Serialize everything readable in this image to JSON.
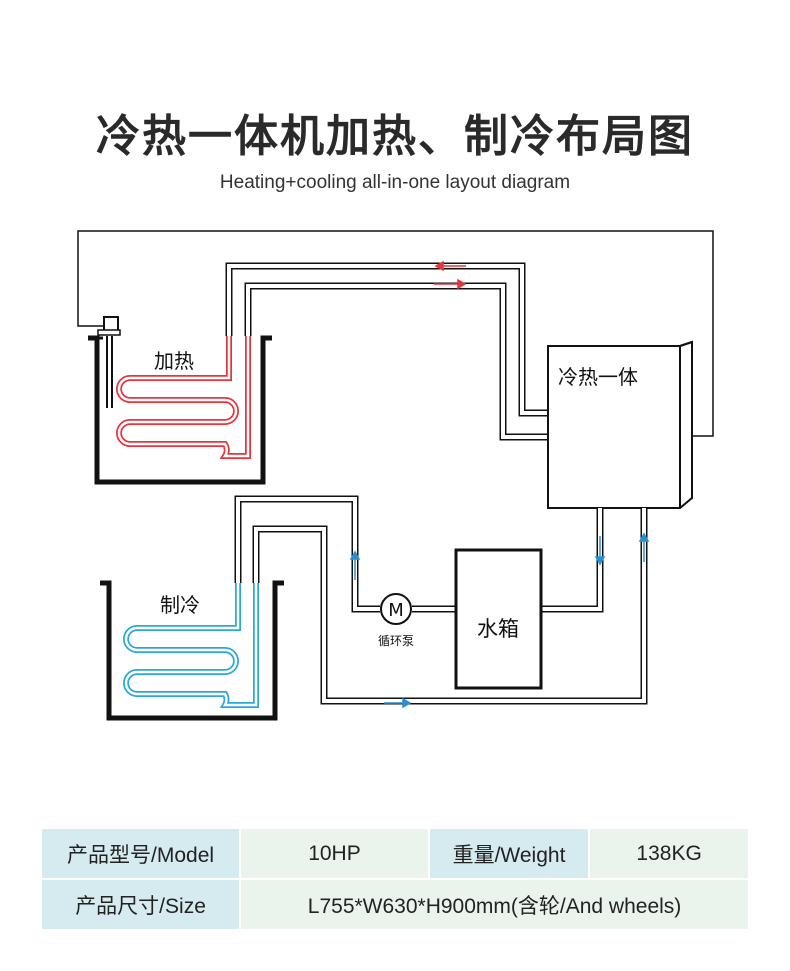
{
  "header": {
    "title": "冷热一体机加热、制冷布局图",
    "subtitle": "Heating+cooling all-in-one layout diagram"
  },
  "diagram": {
    "heating_label": "加热",
    "cooling_label": "制冷",
    "unit_label": "冷热一体",
    "tank_label": "水箱",
    "pump_symbol": "M",
    "pump_label": "循环泵",
    "colors": {
      "heating_coil": "#e8343f",
      "cooling_coil": "#2aa9d8",
      "flow_arrow_hot": "#e8343f",
      "flow_arrow_cold": "#2a8fd0",
      "outline": "#111111"
    }
  },
  "specs": {
    "model_label": "产品型号/Model",
    "model_value": "10HP",
    "weight_label": "重量/Weight",
    "weight_value": "138KG",
    "size_label": "产品尺寸/Size",
    "size_value": "L755*W630*H900mm(含轮/And wheels)"
  }
}
